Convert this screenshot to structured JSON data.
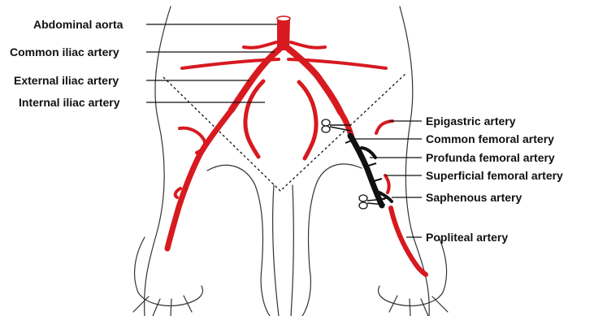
{
  "labels": {
    "abdominal_aorta": "Abdominal aorta",
    "common_iliac_artery": "Common iliac artery",
    "external_iliac_artery": "External iliac artery",
    "internal_iliac_artery": "Internal iliac artery",
    "epigastric_artery": "Epigastric artery",
    "common_femoral_artery": "Common femoral artery",
    "profunda_femoral_artery": "Profunda femoral artery",
    "superficial_femoral_artery": "Superficial femoral artery",
    "saphenous_artery": "Saphenous artery",
    "popliteal_artery": "Popliteal artery"
  },
  "colors": {
    "artery_red": "#d71920",
    "ligated_black": "#111111",
    "text": "#111111"
  }
}
